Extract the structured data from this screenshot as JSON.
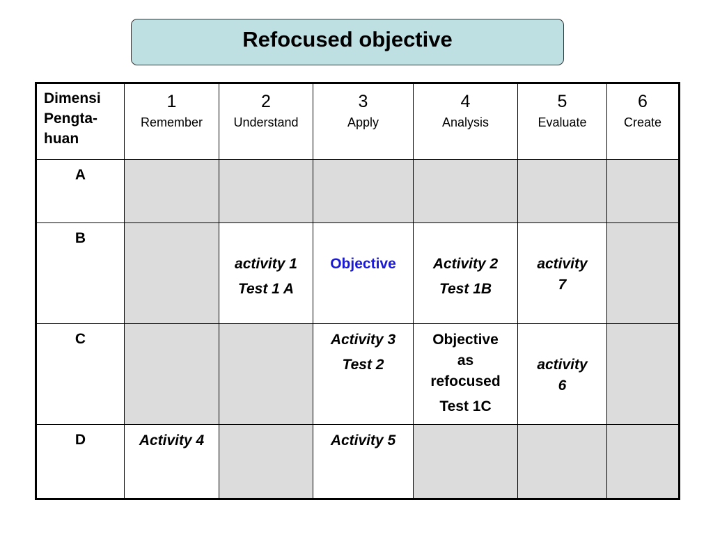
{
  "title": "Refocused objective",
  "table": {
    "corner_lines": [
      "Dimensi",
      "Pengta-",
      "huan"
    ],
    "levels": [
      {
        "num": "1",
        "name": "Remember"
      },
      {
        "num": "2",
        "name": "Understand"
      },
      {
        "num": "3",
        "name": "Apply"
      },
      {
        "num": "4",
        "name": "Analysis"
      },
      {
        "num": "5",
        "name": "Evaluate"
      },
      {
        "num": "6",
        "name": "Create"
      }
    ],
    "rows": {
      "a": {
        "label": "A"
      },
      "b": {
        "label": "B",
        "understand": [
          "activity 1",
          "Test 1 A"
        ],
        "apply": "Objective",
        "analysis": [
          "Activity 2",
          "Test 1B"
        ],
        "evaluate": [
          "activity",
          "7"
        ]
      },
      "c": {
        "label": "C",
        "apply": [
          "Activity 3",
          "Test 2"
        ],
        "analysis": [
          "Objective",
          "as",
          "refocused",
          "Test 1C"
        ],
        "evaluate": [
          "activity",
          "6"
        ]
      },
      "d": {
        "label": "D",
        "remember": "Activity 4",
        "apply": "Activity 5"
      }
    }
  }
}
